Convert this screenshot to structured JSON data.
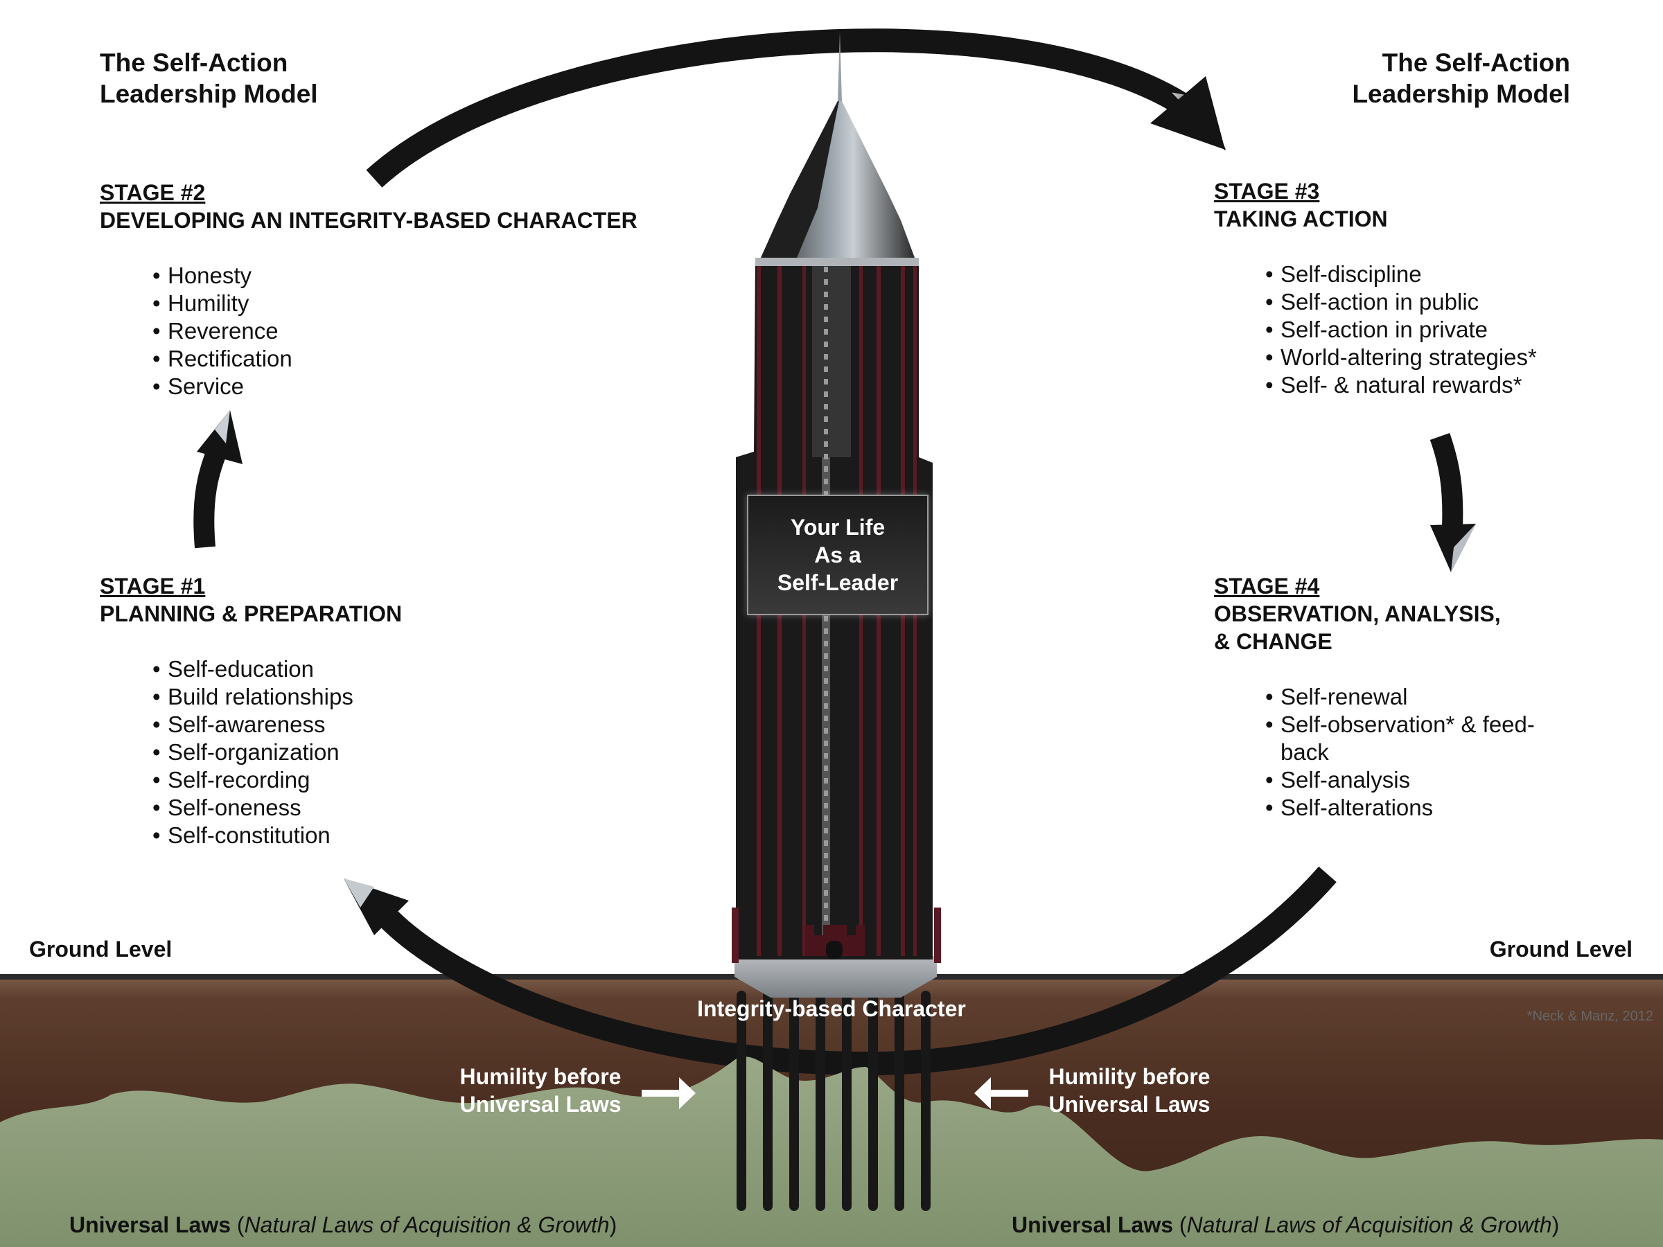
{
  "title_left": [
    "The Self-Action",
    "Leadership Model"
  ],
  "title_right": [
    "The Self-Action",
    "Leadership Model"
  ],
  "stage2": {
    "number": "STAGE #2",
    "name": [
      "DEVELOPING AN INTEGRITY-BASED CHARACTER"
    ],
    "items": [
      "Honesty",
      "Humility",
      "Reverence",
      "Rectification",
      "Service"
    ]
  },
  "stage3": {
    "number": "STAGE #3",
    "name": [
      "TAKING ACTION"
    ],
    "items": [
      "Self-discipline",
      "Self-action in public",
      "Self-action in private",
      "World-altering strategies*",
      "Self- & natural rewards*"
    ]
  },
  "stage1": {
    "number": "STAGE #1",
    "name": [
      "PLANNING & PREPARATION"
    ],
    "items": [
      "Self-education",
      "Build relationships",
      "Self-awareness",
      "Self-organization",
      "Self-recording",
      "Self-oneness",
      "Self-constitution"
    ]
  },
  "stage4": {
    "number": "STAGE #4",
    "name": [
      "OBSERVATION, ANALYSIS,",
      "& CHANGE"
    ],
    "items": [
      "Self-renewal",
      "Self-observation* & feed-",
      "back",
      "Self-analysis",
      "Self-alterations"
    ]
  },
  "center_box": [
    "Your Life",
    "As a",
    "Self-Leader"
  ],
  "ground_level_left": "Ground Level",
  "ground_level_right": "Ground Level",
  "foundation_label": "Integrity-based Character",
  "humility_left": [
    "Humility before",
    "Universal Laws"
  ],
  "humility_right": [
    "Humility before",
    "Universal Laws"
  ],
  "citation": "*Neck & Manz, 2012",
  "laws_left": {
    "bold": "Universal Laws",
    "italic": "Natural Laws of Acquisition & Growth"
  },
  "laws_right": {
    "bold": "Universal Laws",
    "italic": "Natural Laws of Acquisition & Growth"
  },
  "colors": {
    "soil": "#4a2d20",
    "tower": "#1a1a1a",
    "tower_accent": "#5a1a24",
    "grass": "#8a9a78",
    "arrow": "#141414"
  }
}
